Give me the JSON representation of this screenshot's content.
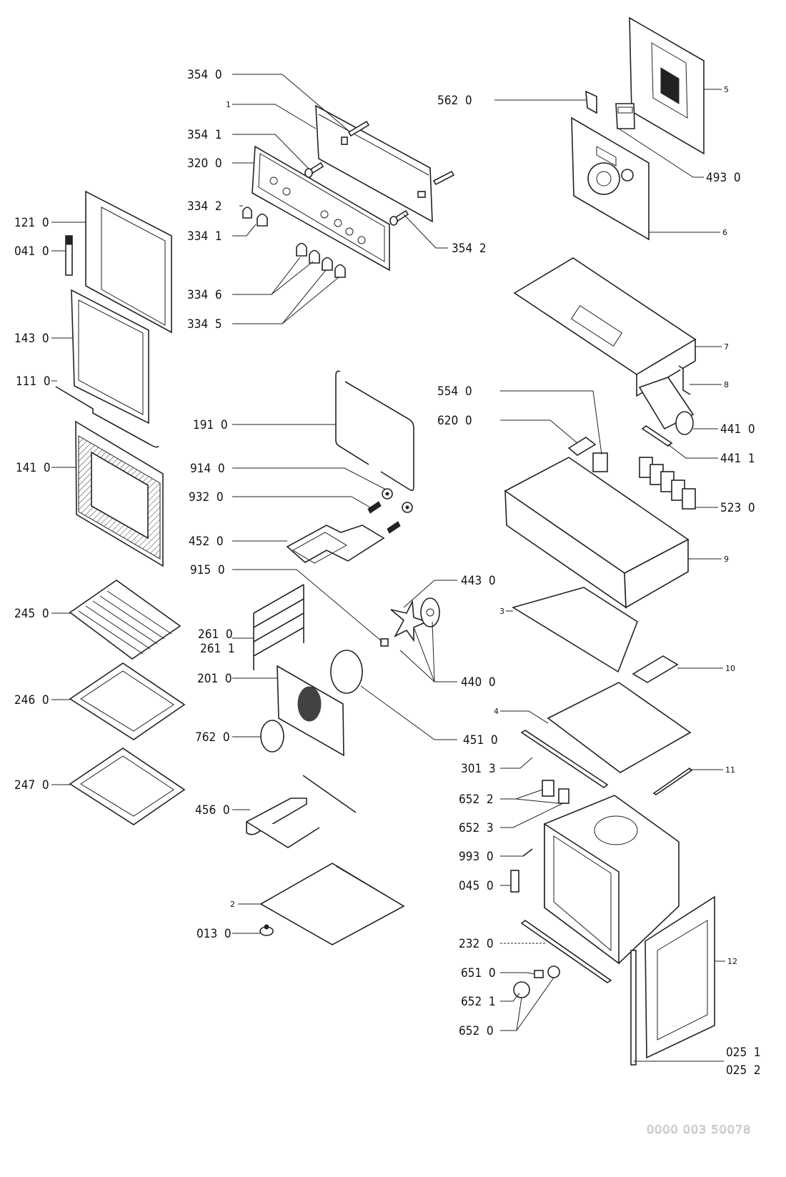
{
  "title": "Oven exploded parts diagram",
  "reference_code": "0000 003 50078",
  "labels": {
    "p354_0": "354  0",
    "p1": "1",
    "p354_1": "354  1",
    "p320_0": "320  0",
    "p334_2": "334  2",
    "p334_1": "334  1",
    "p354_2": "354  2",
    "p334_6": "334  6",
    "p334_5": "334  5",
    "p562_0": "562  0",
    "p5": "5",
    "p493_0": "493  0",
    "p6": "6",
    "p121_0": "121  0",
    "p041_0": "041  0",
    "p143_0": "143  0",
    "p111_0": "111  0",
    "p141_0": "141  0",
    "p7": "7",
    "p8": "8",
    "p554_0": "554  0",
    "p620_0": "620  0",
    "p441_0": "441  0",
    "p441_1": "441  1",
    "p523_0": "523  0",
    "p9": "9",
    "p191_0": "191  0",
    "p914_0": "914  0",
    "p932_0": "932  0",
    "p452_0": "452  0",
    "p915_0": "915  0",
    "p443_0": "443  0",
    "p3": "3",
    "p245_0": "245  0",
    "p261_0": "261  0",
    "p261_1": "261  1",
    "p201_0": "201  0",
    "p440_0": "440  0",
    "p10": "10",
    "p246_0": "246  0",
    "p4": "4",
    "p762_0": "762  0",
    "p451_0": "451  0",
    "p301_3": "301  3",
    "p247_0": "247  0",
    "p11": "11",
    "p652_2": "652  2",
    "p456_0": "456  0",
    "p652_3": "652  3",
    "p993_0": "993  0",
    "p045_0": "045  0",
    "p2": "2",
    "p013_0": "013  0",
    "p232_0": "232  0",
    "p12": "12",
    "p651_0": "651  0",
    "p652_1": "652  1",
    "p652_0": "652  0",
    "p025_1": "025  1",
    "p025_2": "025  2"
  }
}
